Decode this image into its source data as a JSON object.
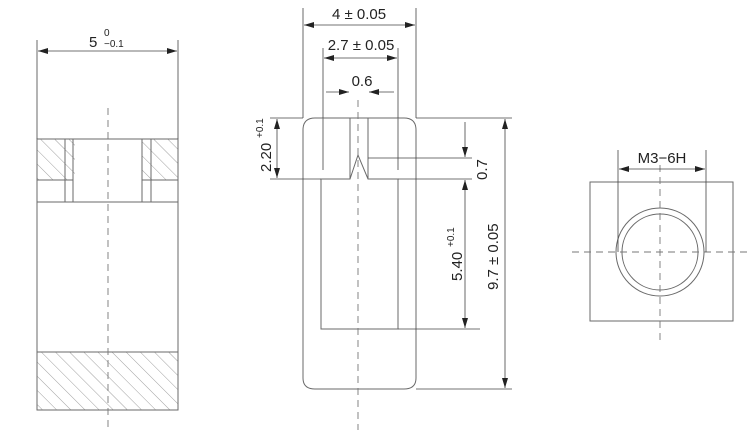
{
  "drawing": {
    "side_view": {
      "width_dim": {
        "nominal": "5",
        "upper_tol": "0",
        "lower_tol": "−0.1"
      }
    },
    "section_view": {
      "outer_width_dim": "4 ± 0.05",
      "inner_width_dim": "2.7 ± 0.05",
      "slot_width_dim": "0.6",
      "head_height_dim": {
        "nominal": "2.20",
        "tol": "+0.1"
      },
      "notch_depth_dim": "0.7",
      "bore_depth_dim": {
        "nominal": "5.40",
        "tol": "+0.1"
      },
      "total_height_dim": "9.7 ± 0.05"
    },
    "top_view": {
      "thread_dim": "M3−6H"
    }
  }
}
